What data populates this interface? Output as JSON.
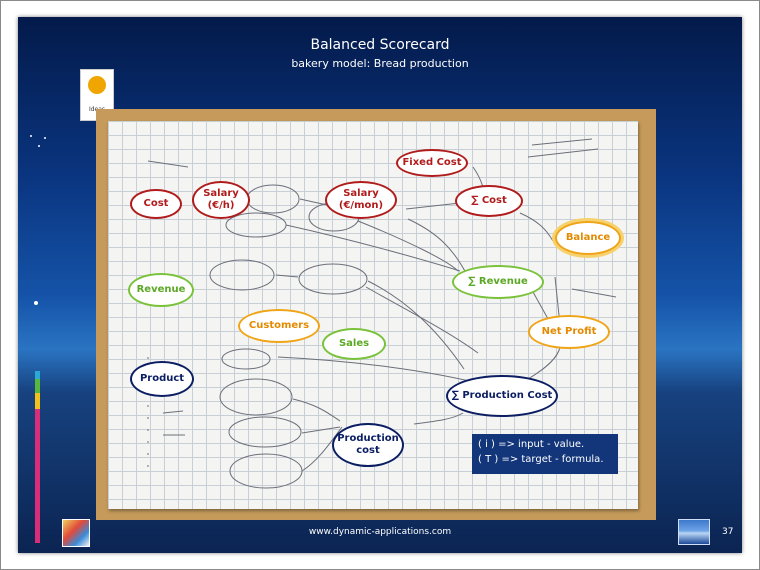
{
  "slide": {
    "title": "Balanced Scorecard",
    "subtitle": "bakery model: Bread production",
    "ideas_label": "Ideas",
    "footer_url": "www.dynamic-applications.com",
    "page_number": "37"
  },
  "nodes": {
    "cost": "Cost",
    "salary_hour": "Salary (€/h)",
    "salary_month": "Salary (€/mon)",
    "fixed_cost": "Fixed Cost",
    "sum_cost": "∑ Cost",
    "balance": "Balance",
    "revenue": "Revenue",
    "sum_revenue": "∑ Revenue",
    "customers": "Customers",
    "sales": "Sales",
    "net_profit": "Net Profit",
    "product": "Product",
    "sum_production_cost": "∑ Production Cost",
    "production_cost": "Production cost"
  },
  "legend": {
    "line1": "( i )   =>  input - value.",
    "line2": "( T )  =>  target - formula."
  },
  "colors": {
    "cost_red": "#b01c1c",
    "revenue_green": "#79c23a",
    "profit_orange": "#f0a418",
    "production_navy": "#0c1e63",
    "legend_bg": "#13367a"
  },
  "icons": [
    "lightbulb-icon",
    "world-map-icon",
    "landscape-photo-icon"
  ]
}
